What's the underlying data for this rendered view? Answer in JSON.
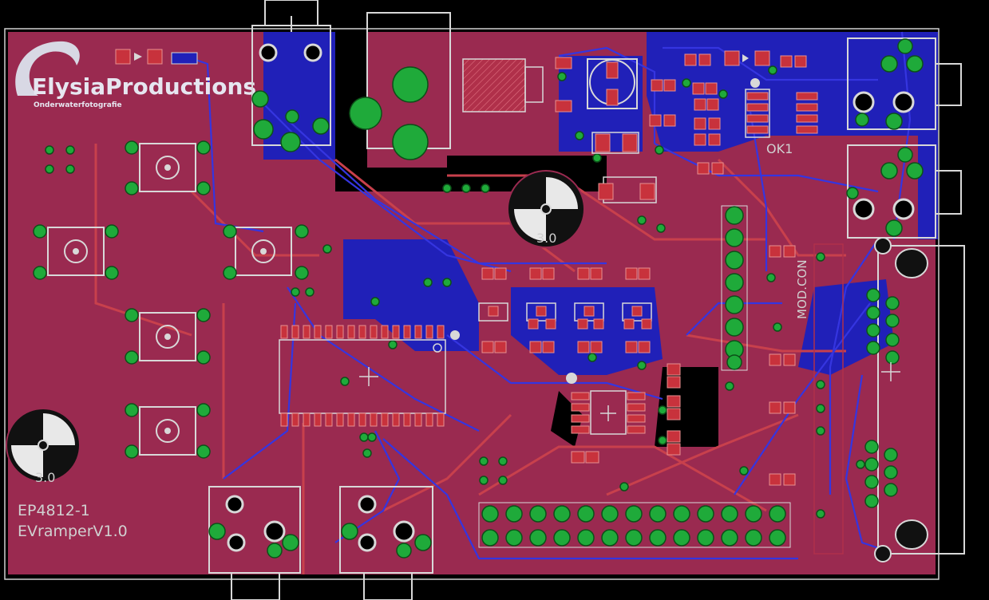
{
  "board": {
    "logo_text": "ElysiaProductions",
    "logo_subtitle": "Onderwaterfotografie",
    "code": "EP4812-1",
    "name": "EVramperV1.0",
    "part_ok1": "OK1",
    "part_mod": "MOD.CON",
    "hole_size_label": "3.0"
  },
  "colors": {
    "board": "#9a2a50",
    "top_copper": "#b0304a",
    "bottom_copper": "#2020b8",
    "silkscreen": "#d8d8d8",
    "via": "#1faa3a",
    "pad": "#c8323c"
  },
  "icons": {
    "switch": "tactile-switch-icon",
    "mount_hole": "mounting-hole-icon",
    "connector": "audio-jack-icon"
  }
}
